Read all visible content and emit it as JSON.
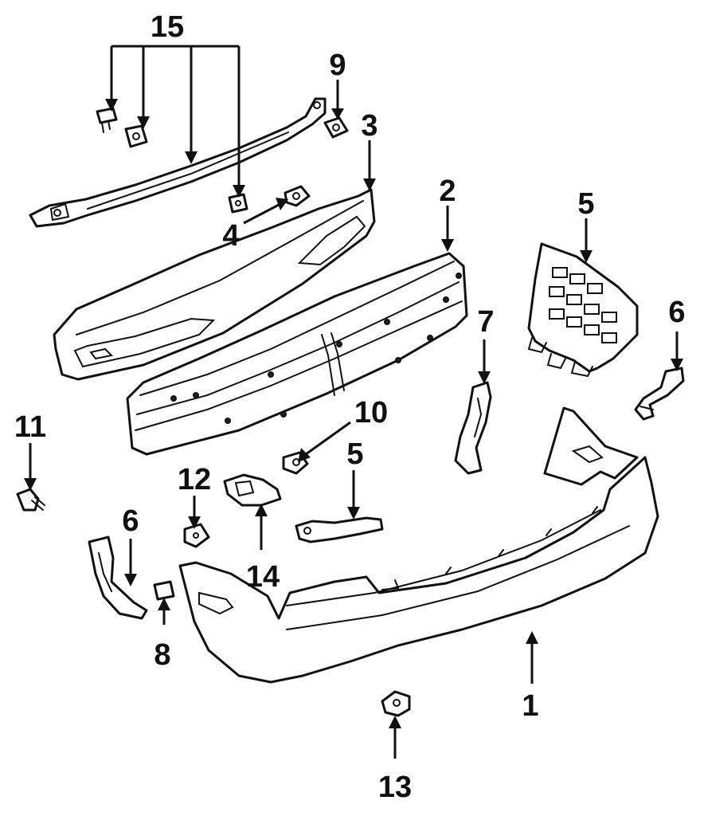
{
  "callouts": {
    "c1": "1",
    "c2": "2",
    "c3": "3",
    "c4": "4",
    "c5a": "5",
    "c5b": "5",
    "c6a": "6",
    "c6b": "6",
    "c7": "7",
    "c8": "8",
    "c9": "9",
    "c10": "10",
    "c11": "11",
    "c12": "12",
    "c13": "13",
    "c14": "14",
    "c15": "15"
  }
}
